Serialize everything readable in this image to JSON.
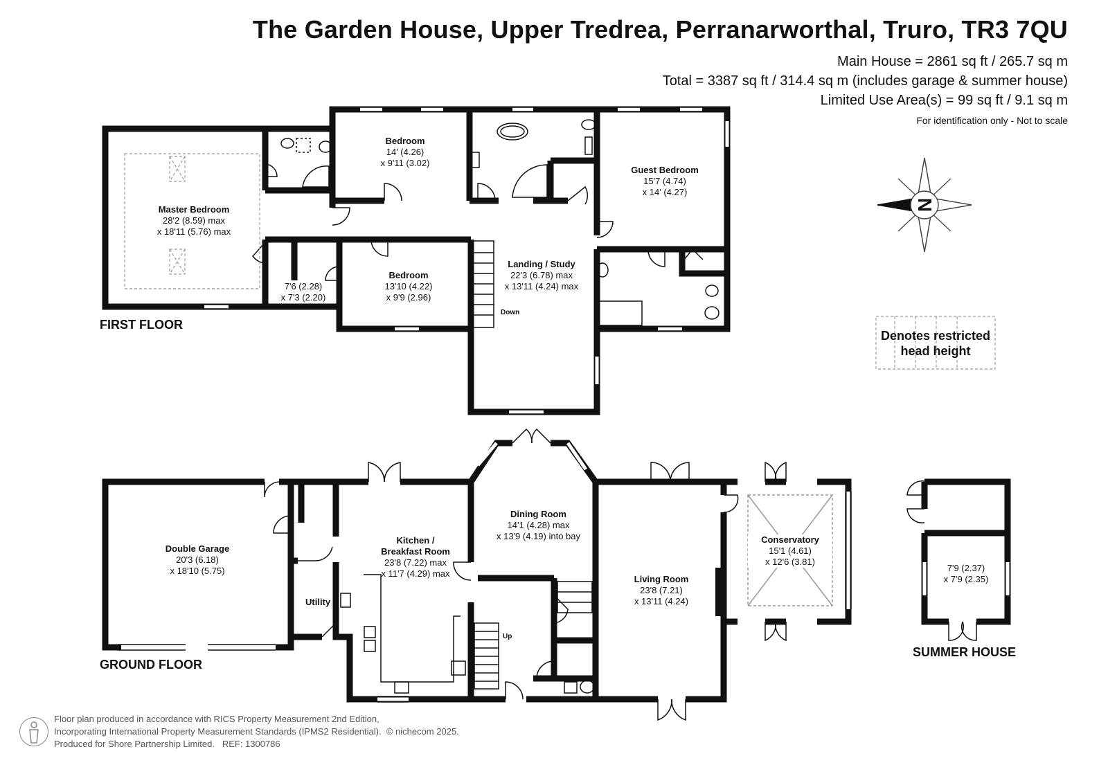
{
  "header": {
    "title": "The Garden House, Upper Tredrea, Perranarworthal, Truro, TR3 7QU",
    "main_house": "Main House = 2861 sq ft / 265.7 sq m",
    "total": "Total = 3387 sq ft / 314.4 sq m (includes garage & summer house)",
    "limited_use": "Limited Use Area(s) = 99 sq ft / 9.1 sq m",
    "note": "For identification only - Not to scale"
  },
  "compass": {
    "letter": "N",
    "icon": "compass-rose-icon"
  },
  "legend": {
    "line1": "Denotes restricted",
    "line2": "head height"
  },
  "floors": {
    "first": "FIRST FLOOR",
    "ground": "GROUND FLOOR",
    "summer": "SUMMER HOUSE"
  },
  "rooms": {
    "master_bedroom": {
      "name": "Master Bedroom",
      "dim1": "28'2 (8.59) max",
      "dim2": "x 18'11 (5.76) max"
    },
    "bedroom_top": {
      "name": "Bedroom",
      "dim1": "14' (4.26)",
      "dim2": "x 9'11 (3.02)"
    },
    "guest_bedroom": {
      "name": "Guest Bedroom",
      "dim1": "15'7 (4.74)",
      "dim2": "x 14' (4.27)"
    },
    "landing": {
      "name": "Landing / Study",
      "dim1": "22'3 (6.78) max",
      "dim2": "x 13'11 (4.24) max"
    },
    "bedroom_mid": {
      "name": "Bedroom",
      "dim1": "13'10 (4.22)",
      "dim2": "x 9'9 (2.96)"
    },
    "small_room": {
      "dim1": "7'6 (2.28)",
      "dim2": "x 7'3 (2.20)"
    },
    "stairs_down": "Down",
    "stairs_up": "Up",
    "double_garage": {
      "name": "Double Garage",
      "dim1": "20'3 (6.18)",
      "dim2": "x 18'10 (5.75)"
    },
    "utility": {
      "name": "Utility"
    },
    "kitchen": {
      "name1": "Kitchen /",
      "name2": "Breakfast Room",
      "dim1": "23'8 (7.22) max",
      "dim2": "x 11'7 (4.29) max"
    },
    "dining": {
      "name": "Dining Room",
      "dim1": "14'1 (4.28) max",
      "dim2": "x 13'9 (4.19) into bay"
    },
    "living": {
      "name": "Living Room",
      "dim1": "23'8 (7.21)",
      "dim2": "x 13'11 (4.24)"
    },
    "conservatory": {
      "name": "Conservatory",
      "dim1": "15'1 (4.61)",
      "dim2": "x 12'6 (3.81)"
    },
    "summer_house": {
      "dim1": "7'9 (2.37)",
      "dim2": "x 7'9 (2.35)"
    }
  },
  "footer": {
    "line1": "Floor plan produced in accordance with RICS Property Measurement 2nd Edition,",
    "line2": "Incorporating International Property Measurement Standards (IPMS2 Residential).",
    "copyright": "© nichecom 2025.",
    "line3": "Produced for Shore Partnership Limited.",
    "ref": "REF: 1300786"
  },
  "colors": {
    "wall": "#111111",
    "window": "#ffffff",
    "dashed": "#999999"
  }
}
